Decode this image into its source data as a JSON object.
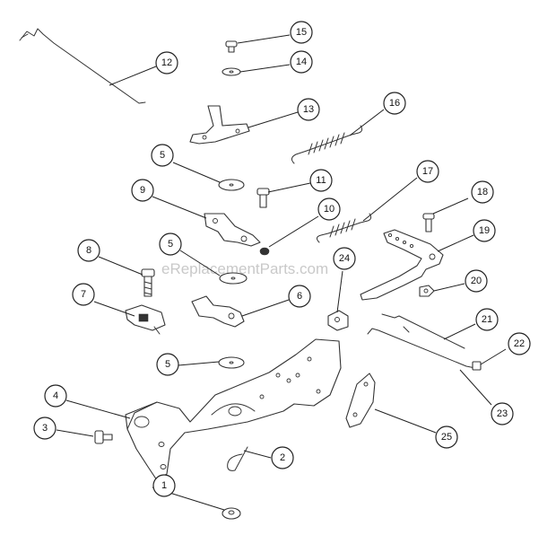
{
  "watermark": "eReplacementParts.com",
  "callouts": [
    "1",
    "2",
    "3",
    "4",
    "5",
    "5",
    "5",
    "6",
    "7",
    "8",
    "9",
    "10",
    "11",
    "12",
    "13",
    "14",
    "15",
    "16",
    "17",
    "18",
    "19",
    "20",
    "21",
    "22",
    "23",
    "24",
    "25"
  ]
}
